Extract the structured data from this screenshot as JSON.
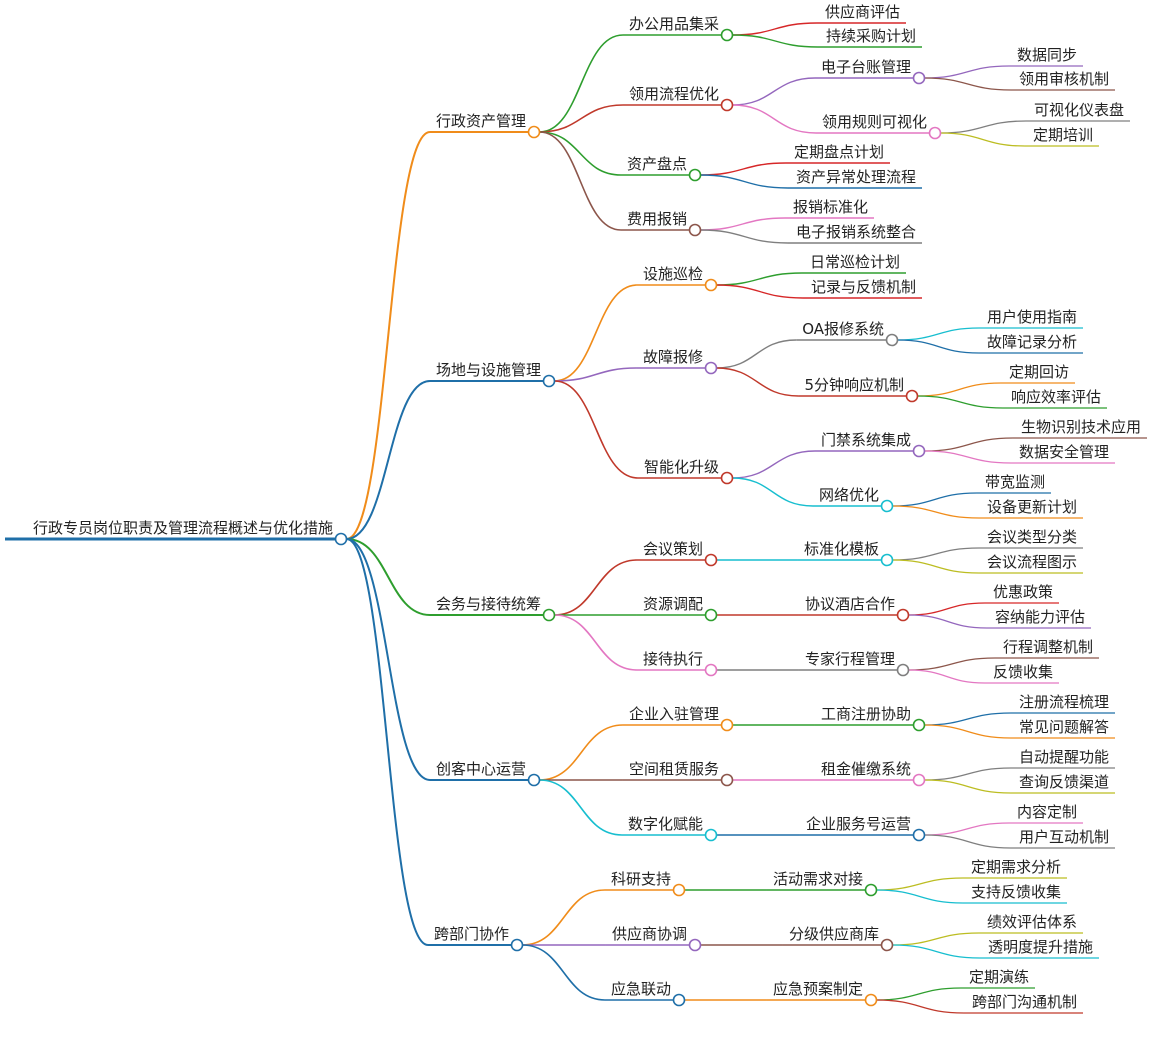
{
  "root": {
    "label": "行政专员岗位职责及管理流程概述与优化措施",
    "color": "#1f6fa8"
  },
  "branches": [
    {
      "label": "行政资产管理",
      "color": "#f08c1a",
      "children": [
        {
          "label": "办公用品集采",
          "color": "#2e9e2e",
          "children": [
            {
              "label": "供应商评估",
              "color": "#d62728"
            },
            {
              "label": "持续采购计划",
              "color": "#2e9e2e"
            }
          ]
        },
        {
          "label": "领用流程优化",
          "color": "#c0392b",
          "children": [
            {
              "label": "电子台账管理",
              "color": "#9467bd",
              "children": [
                {
                  "label": "数据同步",
                  "color": "#9467bd"
                },
                {
                  "label": "领用审核机制",
                  "color": "#8c564b"
                }
              ]
            },
            {
              "label": "领用规则可视化",
              "color": "#e377c2",
              "children": [
                {
                  "label": "可视化仪表盘",
                  "color": "#7f7f7f"
                },
                {
                  "label": "定期培训",
                  "color": "#bcbd22"
                }
              ]
            }
          ]
        },
        {
          "label": "资产盘点",
          "color": "#2e9e2e",
          "children": [
            {
              "label": "定期盘点计划",
              "color": "#d62728"
            },
            {
              "label": "资产异常处理流程",
              "color": "#1f6fa8"
            }
          ]
        },
        {
          "label": "费用报销",
          "color": "#8c564b",
          "children": [
            {
              "label": "报销标准化",
              "color": "#e377c2"
            },
            {
              "label": "电子报销系统整合",
              "color": "#7f7f7f"
            }
          ]
        }
      ]
    },
    {
      "label": "场地与设施管理",
      "color": "#1f6fa8",
      "children": [
        {
          "label": "设施巡检",
          "color": "#f08c1a",
          "children": [
            {
              "label": "日常巡检计划",
              "color": "#2e9e2e"
            },
            {
              "label": "记录与反馈机制",
              "color": "#d62728"
            }
          ]
        },
        {
          "label": "故障报修",
          "color": "#9467bd",
          "children": [
            {
              "label": "OA报修系统",
              "color": "#7f7f7f",
              "children": [
                {
                  "label": "用户使用指南",
                  "color": "#17becf"
                },
                {
                  "label": "故障记录分析",
                  "color": "#1f6fa8"
                }
              ]
            },
            {
              "label": "5分钟响应机制",
              "color": "#c0392b",
              "children": [
                {
                  "label": "定期回访",
                  "color": "#f08c1a"
                },
                {
                  "label": "响应效率评估",
                  "color": "#2e9e2e"
                }
              ]
            }
          ]
        },
        {
          "label": "智能化升级",
          "color": "#c0392b",
          "children": [
            {
              "label": "门禁系统集成",
              "color": "#9467bd",
              "children": [
                {
                  "label": "生物识别技术应用",
                  "color": "#8c564b"
                },
                {
                  "label": "数据安全管理",
                  "color": "#e377c2"
                }
              ]
            },
            {
              "label": "网络优化",
              "color": "#17becf",
              "children": [
                {
                  "label": "带宽监测",
                  "color": "#1f6fa8"
                },
                {
                  "label": "设备更新计划",
                  "color": "#f08c1a"
                }
              ]
            }
          ]
        }
      ]
    },
    {
      "label": "会务与接待统筹",
      "color": "#2e9e2e",
      "children": [
        {
          "label": "会议策划",
          "color": "#c0392b",
          "children": [
            {
              "label": "标准化模板",
              "color": "#17becf",
              "children": [
                {
                  "label": "会议类型分类",
                  "color": "#7f7f7f"
                },
                {
                  "label": "会议流程图示",
                  "color": "#bcbd22"
                }
              ]
            }
          ]
        },
        {
          "label": "资源调配",
          "color": "#2e9e2e",
          "children": [
            {
              "label": "协议酒店合作",
              "color": "#c0392b",
              "children": [
                {
                  "label": "优惠政策",
                  "color": "#d62728"
                },
                {
                  "label": "容纳能力评估",
                  "color": "#9467bd"
                }
              ]
            }
          ]
        },
        {
          "label": "接待执行",
          "color": "#e377c2",
          "children": [
            {
              "label": "专家行程管理",
              "color": "#7f7f7f",
              "children": [
                {
                  "label": "行程调整机制",
                  "color": "#8c564b"
                },
                {
                  "label": "反馈收集",
                  "color": "#e377c2"
                }
              ]
            }
          ]
        }
      ]
    },
    {
      "label": "创客中心运营",
      "color": "#1f6fa8",
      "children": [
        {
          "label": "企业入驻管理",
          "color": "#f08c1a",
          "children": [
            {
              "label": "工商注册协助",
              "color": "#2e9e2e",
              "children": [
                {
                  "label": "注册流程梳理",
                  "color": "#1f6fa8"
                },
                {
                  "label": "常见问题解答",
                  "color": "#f08c1a"
                }
              ]
            }
          ]
        },
        {
          "label": "空间租赁服务",
          "color": "#8c564b",
          "children": [
            {
              "label": "租金催缴系统",
              "color": "#e377c2",
              "children": [
                {
                  "label": "自动提醒功能",
                  "color": "#7f7f7f"
                },
                {
                  "label": "查询反馈渠道",
                  "color": "#bcbd22"
                }
              ]
            }
          ]
        },
        {
          "label": "数字化赋能",
          "color": "#17becf",
          "children": [
            {
              "label": "企业服务号运营",
              "color": "#1f6fa8",
              "children": [
                {
                  "label": "内容定制",
                  "color": "#e377c2"
                },
                {
                  "label": "用户互动机制",
                  "color": "#7f7f7f"
                }
              ]
            }
          ]
        }
      ]
    },
    {
      "label": "跨部门协作",
      "color": "#1f6fa8",
      "children": [
        {
          "label": "科研支持",
          "color": "#f08c1a",
          "children": [
            {
              "label": "活动需求对接",
              "color": "#2e9e2e",
              "children": [
                {
                  "label": "定期需求分析",
                  "color": "#bcbd22"
                },
                {
                  "label": "支持反馈收集",
                  "color": "#17becf"
                }
              ]
            }
          ]
        },
        {
          "label": "供应商协调",
          "color": "#9467bd",
          "children": [
            {
              "label": "分级供应商库",
              "color": "#8c564b",
              "children": [
                {
                  "label": "绩效评估体系",
                  "color": "#bcbd22"
                },
                {
                  "label": "透明度提升措施",
                  "color": "#17becf"
                }
              ]
            }
          ]
        },
        {
          "label": "应急联动",
          "color": "#1f6fa8",
          "children": [
            {
              "label": "应急预案制定",
              "color": "#f08c1a",
              "children": [
                {
                  "label": "定期演练",
                  "color": "#2e9e2e"
                },
                {
                  "label": "跨部门沟通机制",
                  "color": "#c0392b"
                }
              ]
            }
          ]
        }
      ]
    }
  ]
}
